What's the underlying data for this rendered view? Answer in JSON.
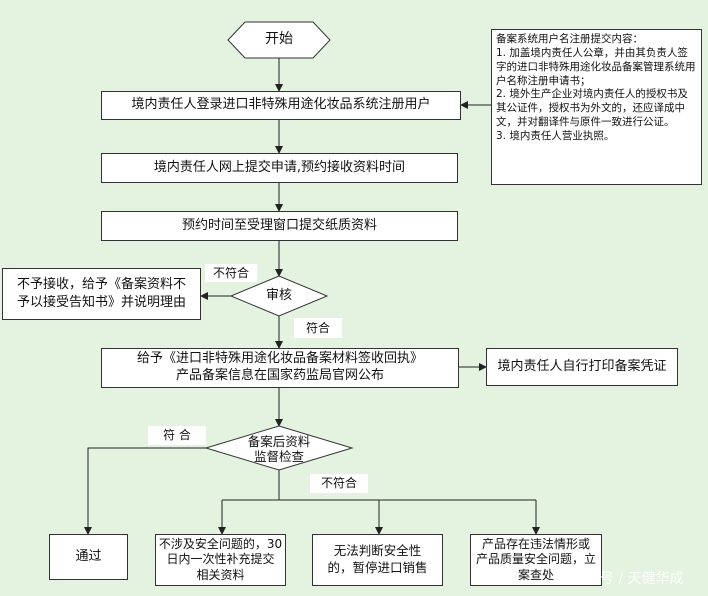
{
  "start": "开始",
  "steps": {
    "register": "境内责任人登录进口非特殊用途化妆品系统注册用户",
    "submit_online": "境内责任人网上提交申请,预约接收资料时间",
    "submit_paper": "预约时间至受理窗口提交纸质资料",
    "review": "审核",
    "issue_receipt_line1": "给予《进口非特殊用途化妆品备案材料签收回执》",
    "issue_receipt_line2": "产品备案信息在国家药监局官网公布",
    "print_voucher": "境内责任人自行打印备案凭证",
    "supervision_line1": "备案后资料",
    "supervision_line2": "监督检查"
  },
  "reject": {
    "line1": "不予接收，给予《备案资料不",
    "line2": "予以接受告知书》并说明理由"
  },
  "labels": {
    "not_conform": "不符合",
    "conform": "符合",
    "conform_left": "符 合",
    "not_conform_bottom": "不符合"
  },
  "outcomes": {
    "pass": "通过",
    "supplement_line1": "不涉及安全问题的，30",
    "supplement_line2": "日内一次性补充提交",
    "supplement_line3": "相关资料",
    "suspend_line1": "无法判断安全性",
    "suspend_line2": "的，暂停进口销售",
    "investigate_line1": "产品存在违法情形或",
    "investigate_line2": "产品质量安全问题，立",
    "investigate_line3": "案查处"
  },
  "note": {
    "title": "备案系统用户名注册提交内容：",
    "item1": "1. 加盖境内责任人公章，并由其负责人签字的进口非特殊用途化妆品备案管理系统用户名称注册申请书；",
    "item2": "2. 境外生产企业对境内责任人的授权书及其公证件，授权书为外文的，还应译成中文，并对翻译件与原件一致进行公证。",
    "item3": "3. 境内责任人营业执照。"
  },
  "watermark": "号 / 天健华成",
  "colors": {
    "background": "#e4f2e0",
    "box": "#ffffff",
    "line": "#222222"
  }
}
